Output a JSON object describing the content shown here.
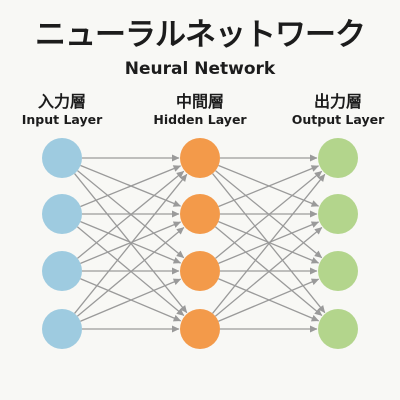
{
  "title": "ニューラルネットワーク",
  "subtitle": "Neural Network",
  "layers": [
    {
      "name_jp": "入力層",
      "name_en": "Input Layer",
      "nodes": 4,
      "color": "#9ecbe0"
    },
    {
      "name_jp": "中間層",
      "name_en": "Hidden Layer",
      "nodes": 4,
      "color": "#f39a4a"
    },
    {
      "name_jp": "出力層",
      "name_en": "Output Layer",
      "nodes": 4,
      "color": "#b3d58c"
    }
  ],
  "connection_color": "#9a9a9a",
  "connection_type": "fully-connected with arrows"
}
